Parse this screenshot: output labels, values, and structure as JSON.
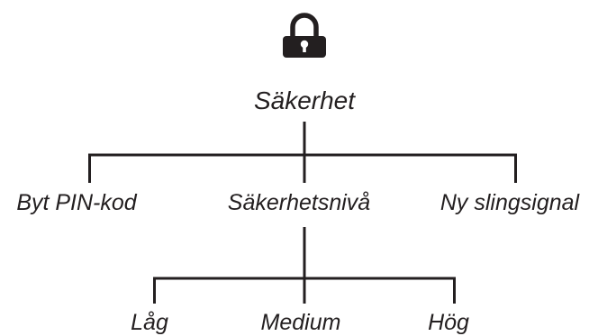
{
  "icon": "lock-icon",
  "root": {
    "label": "Säkerhet",
    "children": [
      {
        "label": "Byt PIN-kod"
      },
      {
        "label": "Säkerhetsnivå",
        "children": [
          {
            "label": "Låg"
          },
          {
            "label": "Medium"
          },
          {
            "label": "Hög"
          }
        ]
      },
      {
        "label": "Ny slingsignal"
      }
    ]
  }
}
